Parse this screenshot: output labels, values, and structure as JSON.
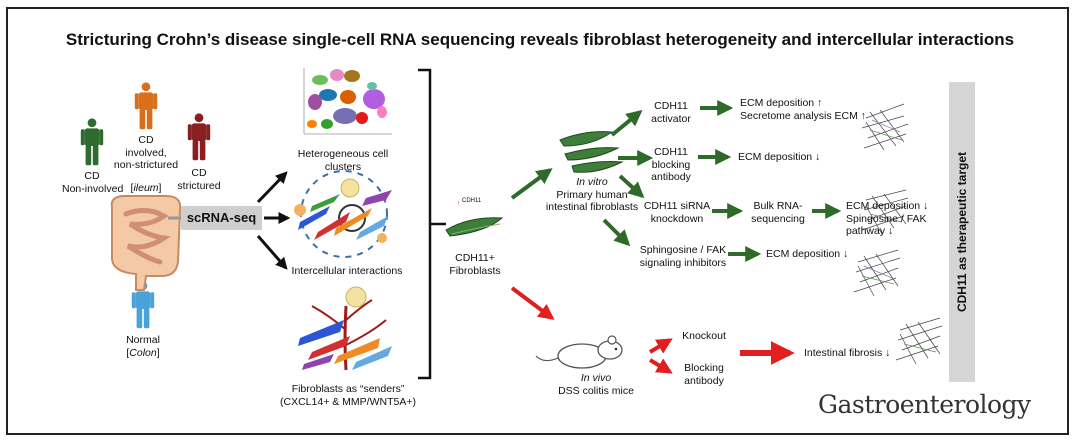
{
  "title": "Stricturing Crohn’s disease single-cell RNA sequencing reveals fibroblast heterogeneity and intercellular interactions",
  "patients": {
    "non_involved": [
      "CD",
      "Non-involved"
    ],
    "involved": [
      "CD",
      "involved,",
      "non-strictured"
    ],
    "strictured": [
      "CD",
      "strictured"
    ],
    "ileum_tag": "ileum",
    "normal": "Normal",
    "colon_tag": "Colon"
  },
  "method": "scRNA-seq",
  "findings": {
    "clusters": [
      "Heterogeneous cell",
      "clusters"
    ],
    "interactions": "Intercellular interactions",
    "senders": [
      "Fibroblasts  as “senders”",
      "(CXCL14+ & MMP/WNT5A+)"
    ]
  },
  "central": {
    "marker": "CDH11",
    "label": [
      "CDH11+",
      "Fibroblasts"
    ]
  },
  "in_vitro": {
    "tag": "In vitro",
    "model": [
      "Primary human",
      "intestinal fibroblasts"
    ],
    "branches": [
      {
        "treatment": [
          "CDH11",
          "activator"
        ],
        "result": [
          "ECM deposition ↑",
          "Secretome analysis ECM ↑"
        ]
      },
      {
        "treatment": [
          "CDH11",
          "blocking",
          "antibody"
        ],
        "result": [
          "ECM deposition ↓"
        ]
      },
      {
        "treatment": [
          "CDH11 siRNA",
          "knockdown"
        ],
        "intermediate": [
          "Bulk RNA-",
          "sequencing"
        ],
        "result": [
          "ECM deposition ↓",
          "Spingosine / FAK",
          "pathway ↓"
        ]
      },
      {
        "treatment": [
          "Sphingosine / FAK",
          "signaling inhibitors"
        ],
        "result": [
          "ECM deposition ↓"
        ]
      }
    ]
  },
  "in_vivo": {
    "tag": "In vivo",
    "model": "DSS colitis mice",
    "branches": [
      [
        "Knockout"
      ],
      [
        "Blocking",
        "antibody"
      ]
    ],
    "result": "Intestinal fibrosis ↓"
  },
  "therapeutic_target": "CDH11 as therapeutic target",
  "journal": "Gastroenterology",
  "colors": {
    "green_arrow": "#2e6b2a",
    "red_arrow": "#e02020",
    "person_green": "#2f6b2f",
    "person_orange": "#d86f1d",
    "person_red": "#8a1f22",
    "person_blue": "#4aa3d8",
    "target_bar": "#d5d5d5"
  }
}
